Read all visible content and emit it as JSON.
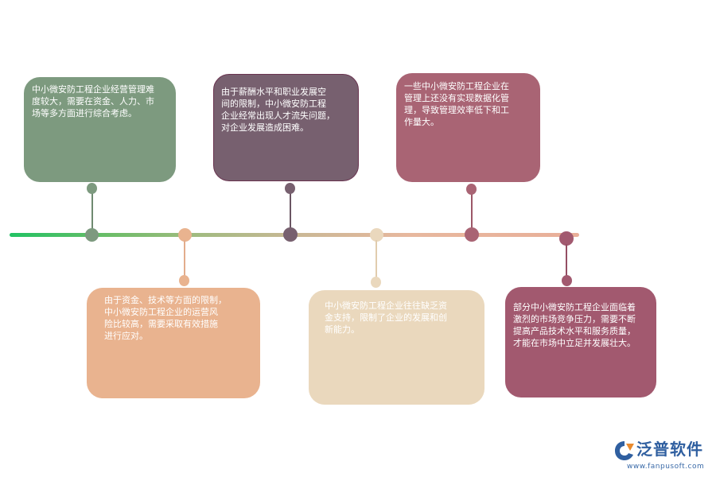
{
  "colors": {
    "green": "#7d9a7f",
    "plum": "#77606f",
    "rose": "#a96474",
    "peach": "#e9b38f",
    "cream": "#ead8bd",
    "mauve": "#a2596f",
    "brand_blue": "#2f5fa0",
    "brand_orange": "#e98b2f"
  },
  "cards": {
    "top1": "中小微安防工程企业经营管理难\n度较大，需要在资金、人力、市\n场等多方面进行综合考虑。",
    "top2": "由于薪酬水平和职业发展空\n间的限制，中小微安防工程\n企业经常出现人才流失问题，\n对企业发展造成困难。",
    "top3": "一些中小微安防工程企业在\n管理上还没有实现数据化管\n理，导致管理效率低下和工\n作量大。",
    "bottom1": " 由于资金、技术等方面的限制，\n中小微安防工程企业的运营风\n险比较高，需要采取有效措施\n进行应对。",
    "bottom2": "中小微安防工程企业往往缺乏资\n金支持，限制了企业的发展和创\n新能力。",
    "bottom3": "部分中小微安防工程企业面临着\n激烈的市场竞争压力，需要不断\n提高产品技术水平和服务质量，\n才能在市场中立足并发展壮大。"
  },
  "brand": {
    "name": "泛普软件",
    "url": "www.fanpusoft.com",
    "logo_icon": "fanpu-logo-icon"
  }
}
